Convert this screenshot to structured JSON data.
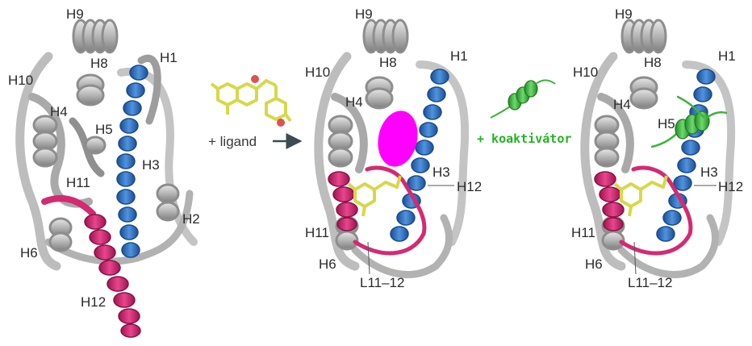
{
  "panels": [
    {
      "id": "apo",
      "labels": {
        "h9": "H9",
        "h1": "H1",
        "h10": "H10",
        "h8": "H8",
        "h4": "H4",
        "h5": "H5",
        "h3": "H3",
        "h11": "H11",
        "h2": "H2",
        "h6": "H6",
        "h12": "H12"
      }
    },
    {
      "id": "ligand-bound",
      "labels": {
        "h9": "H9",
        "h1": "H1",
        "h10": "H10",
        "h8": "H8",
        "h4": "H4",
        "h3": "H3",
        "h12": "H12",
        "h11": "H11",
        "h6": "H6",
        "l11_12": "L11–12"
      }
    },
    {
      "id": "coactivator-bound",
      "labels": {
        "h9": "H9",
        "h1": "H1",
        "h10": "H10",
        "h8": "H8",
        "h4": "H4",
        "h5": "H5",
        "h3": "H3",
        "h12": "H12",
        "h11": "H11",
        "h6": "H6",
        "l11_12": "L11–12"
      }
    }
  ],
  "step1": {
    "text": "+ ligand"
  },
  "step2": {
    "text": "+ koaktivátor"
  },
  "colors": {
    "helix_gray": "#b9b9b9",
    "helix_blue": "#2f73c2",
    "helix_pink": "#d42a72",
    "ligand_yellow": "#d6d84a",
    "coactivator_green": "#3bb53b",
    "pocket_magenta": "#ff00ff",
    "arrow": "#3d4a52"
  }
}
